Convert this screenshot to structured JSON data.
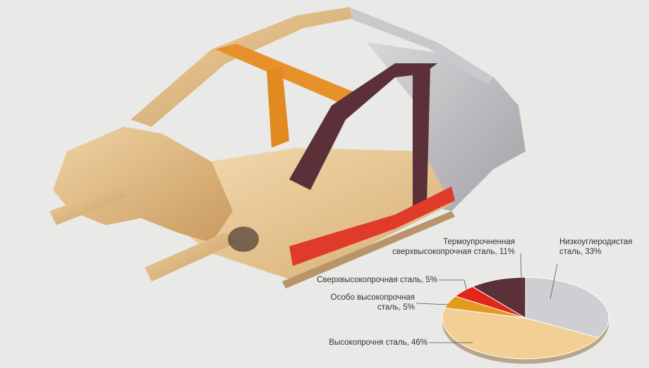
{
  "colors": {
    "background": "#e9e9e7",
    "body_frame": "#d9b27a",
    "orange_part": "#e8902a",
    "dark_part": "#5a3138",
    "red_part": "#e03a2a",
    "grey_part": "#b9b9bd"
  },
  "chart_data": {
    "type": "pie",
    "title": "",
    "slices": [
      {
        "label": "Низкоуглеродистая сталь, 33%",
        "value": 33,
        "color": "#cfcfd3"
      },
      {
        "label": "Высокопрочня сталь, 46%",
        "value": 46,
        "color": "#f2cf95"
      },
      {
        "label": "Особо высокопрочная сталь, 5%",
        "value": 5,
        "color": "#e39a1d"
      },
      {
        "label": "Сверхвысокопрочная сталь, 5%",
        "value": 5,
        "color": "#e3261b"
      },
      {
        "label": "Термоупрочненная сверхвысокопрочная сталь, 11%",
        "value": 11,
        "color": "#5b3038"
      }
    ],
    "labels": {
      "low_carbon_l1": "Низкоуглеродистая",
      "low_carbon_l2": "сталь, 33%",
      "thermo_l1": "Термоупрочненная",
      "thermo_l2": "сверхвысокопрочная сталь, 11%",
      "ultra": "Сверхвысокопрочная сталь, 5%",
      "extra_l1": "Особо высокопрочная",
      "extra_l2": "сталь, 5%",
      "high": "Высокопрочня сталь, 46%"
    }
  }
}
